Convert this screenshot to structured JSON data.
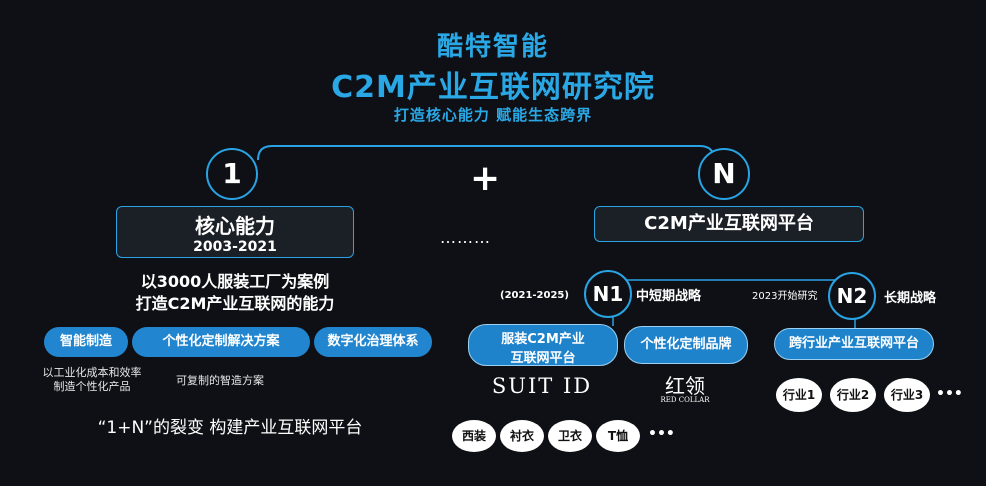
{
  "header": {
    "title1": "酷特智能",
    "title2": "C2M产业互联网研究院",
    "subtitle": "打造核心能力 赋能生态跨界"
  },
  "top": {
    "left_circle": "1",
    "plus": "+",
    "right_circle": "N",
    "ellipsis": "………"
  },
  "left": {
    "box_title": "核心能力",
    "box_years": "2003-2021",
    "desc_line1": "以3000人服装工厂为案例",
    "desc_line2": "打造C2M产业互联网的能力",
    "pills": [
      "智能制造",
      "个性化定制解决方案",
      "数字化治理体系"
    ],
    "note1_line1": "以工业化成本和效率",
    "note1_line2": "制造个性化产品",
    "note2": "可复制的智造方案",
    "tagline": "“1+N”的裂变 构建产业互联网平台"
  },
  "right": {
    "platform": "C2M产业互联网平台",
    "n1_period": "(2021-2025)",
    "n1": "N1",
    "n1_label": "中短期战略",
    "n2_period": "2023开始研究",
    "n2": "N2",
    "n2_label": "长期战略",
    "n1_pill1_line1": "服装C2M产业",
    "n1_pill1_line2": "互联网平台",
    "n1_pill2": "个性化定制品牌",
    "n2_pill": "跨行业产业互联网平台",
    "brand1": "SUIT ID",
    "brand2_cn": "红领",
    "brand2_en": "RED COLLAR",
    "products": [
      "西装",
      "衬衣",
      "卫衣",
      "T恤"
    ],
    "industries": [
      "行业1",
      "行业2",
      "行业3"
    ],
    "more": "•••",
    "more2": "•••"
  },
  "colors": {
    "accent": "#29a3e3",
    "background": "#0e1015",
    "pill": "#2186cf"
  }
}
